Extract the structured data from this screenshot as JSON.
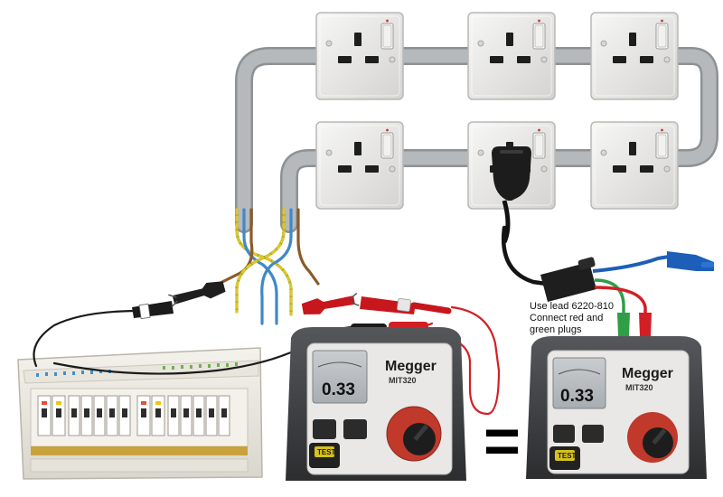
{
  "meters": [
    {
      "brand": "Megger",
      "model": "MIT320",
      "reading": "0.33",
      "test_label": "TEST"
    },
    {
      "brand": "Megger",
      "model": "MIT320",
      "reading": "0.33",
      "test_label": "TEST"
    }
  ],
  "instruction": {
    "line1": "Use lead 6220-810",
    "line2": "Connect red and",
    "line3": "green plugs"
  },
  "equals_symbol": "=",
  "colors": {
    "cable_grey": "#a9acaf",
    "socket_plate": "#ecebea",
    "meter_body": "#3c3d3f",
    "red_lead": "#d21f26",
    "green_lead": "#2f9e47",
    "blue_lead": "#1d5fb8",
    "black_lead": "#1b1b1b",
    "wire_brown": "#8b5a2b",
    "wire_blue": "#3f88c9",
    "wire_earth_green": "#7fb030",
    "wire_earth_yellow": "#e2c427"
  },
  "icons": [
    "socket-outlet-icon",
    "plug-icon",
    "crocodile-clip-icon",
    "multimeter-icon",
    "consumer-unit-icon"
  ]
}
